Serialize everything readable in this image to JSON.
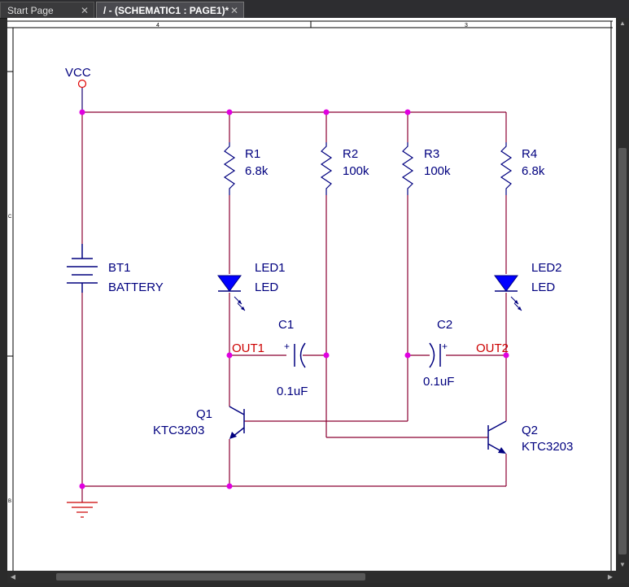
{
  "tabs": [
    {
      "label": "Start Page",
      "close": "✕"
    },
    {
      "label": "/ - (SCHEMATIC1 : PAGE1)*",
      "close": "✕"
    }
  ],
  "ruler": {
    "top": [
      "4",
      "3"
    ],
    "left": [
      "C",
      "B"
    ]
  },
  "schematic": {
    "power": {
      "label": "VCC"
    },
    "resistors": [
      {
        "ref": "R1",
        "value": "6.8k"
      },
      {
        "ref": "R2",
        "value": "100k"
      },
      {
        "ref": "R3",
        "value": "100k"
      },
      {
        "ref": "R4",
        "value": "6.8k"
      }
    ],
    "battery": {
      "ref": "BT1",
      "value": "BATTERY"
    },
    "leds": [
      {
        "ref": "LED1",
        "value": "LED"
      },
      {
        "ref": "LED2",
        "value": "LED"
      }
    ],
    "capacitors": [
      {
        "ref": "C1",
        "value": "0.1uF"
      },
      {
        "ref": "C2",
        "value": "0.1uF"
      }
    ],
    "nets": [
      {
        "label": "OUT1"
      },
      {
        "label": "OUT2"
      }
    ],
    "transistors": [
      {
        "ref": "Q1",
        "value": "KTC3203"
      },
      {
        "ref": "Q2",
        "value": "KTC3203"
      }
    ],
    "polarity": "+",
    "colors": {
      "wire": "#8b0032",
      "component": "#00007f",
      "junction": "#e000e0",
      "net_label": "#cc0000",
      "fill": "#0000ff"
    }
  },
  "scroll": {
    "up": "▲",
    "down": "▼",
    "left": "◀",
    "right": "▶"
  }
}
